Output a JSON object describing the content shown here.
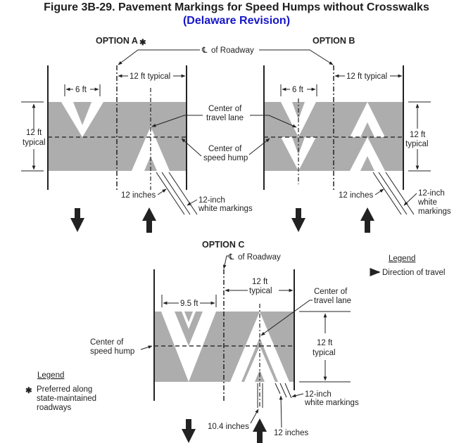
{
  "title": "Figure 3B-29.  Pavement Markings for Speed Humps without Crosswalks",
  "subtitle": "(Delaware Revision)",
  "colors": {
    "pavement": "#adadad",
    "marking": "#ffffff",
    "line": "#222222",
    "subtitle": "#1616c8"
  },
  "option_a": {
    "label": "OPTION A",
    "star": "✱",
    "dim_width": "6 ft",
    "dim_lane": "12 ft typical",
    "dim_height_1": "12 ft",
    "dim_height_2": "typical",
    "center_lane_1": "Center of",
    "center_lane_2": "travel lane",
    "center_hump_1": "Center of",
    "center_hump_2": "speed hump",
    "inches": "12 inches",
    "markings_1": "12-inch",
    "markings_2": "white markings"
  },
  "cl_roadway": "of Roadway",
  "cl_symbol": "℄",
  "option_b": {
    "label": "OPTION B",
    "dim_width": "6 ft",
    "dim_lane": "12 ft typical",
    "dim_height_1": "12 ft",
    "dim_height_2": "typical",
    "inches": "12 inches",
    "markings_1": "12-inch",
    "markings_2": "white",
    "markings_3": "markings"
  },
  "option_c": {
    "label": "OPTION C",
    "cl_roadway": "of Roadway",
    "dim_width": "9.5 ft",
    "dim_lane_1": "12 ft",
    "dim_lane_2": "typical",
    "center_lane_1": "Center of",
    "center_lane_2": "travel lane",
    "center_hump_1": "Center of",
    "center_hump_2": "speed hump",
    "dim_height_1": "12 ft",
    "dim_height_2": "typical",
    "markings_1": "12-inch",
    "markings_2": "white markings",
    "inches_104": "10.4 inches",
    "inches_12": "12 inches"
  },
  "legend_direction": {
    "title": "Legend",
    "item": "Direction of travel"
  },
  "legend_star": {
    "title": "Legend",
    "star": "✱",
    "line1": "Preferred along",
    "line2": "state-maintained",
    "line3": "roadways"
  }
}
